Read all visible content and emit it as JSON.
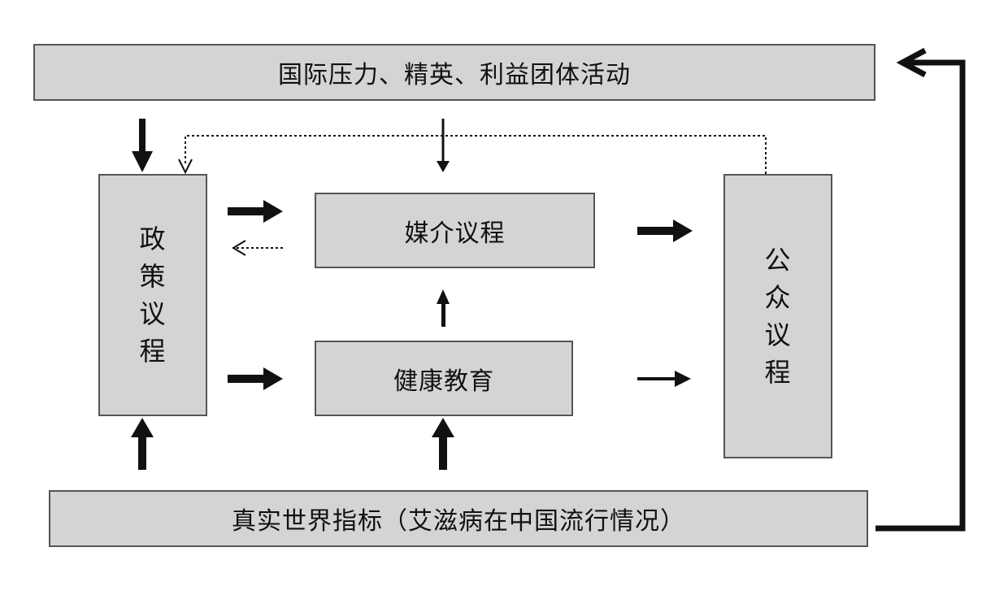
{
  "diagram": {
    "top_box": "国际压力、精英、利益团体活动",
    "bottom_box": "真实世界指标（艾滋病在中国流行情况）",
    "policy_agenda": [
      "政",
      "策",
      "议",
      "程"
    ],
    "media_agenda": "媒介议程",
    "health_education": "健康教育",
    "public_agenda": [
      "公",
      "众",
      "议",
      "程"
    ]
  },
  "colors": {
    "box_fill": "#d4d4d4",
    "box_border": "#555555",
    "arrow": "#111111"
  }
}
